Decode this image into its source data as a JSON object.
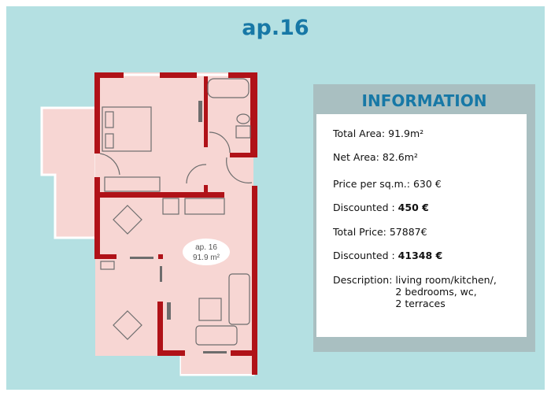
{
  "title": "ap.16",
  "plan_label": {
    "name": "ap. 16",
    "area": "91.9 m²"
  },
  "info": {
    "heading": "INFORMATION",
    "total_area": "Total Area: 91.9m²",
    "net_area": "Net Area: 82.6m²",
    "price_per_sqm": "Price per sq.m.: 630 €",
    "discounted_label_1": "Discounted : ",
    "discounted_value_1": "450 €",
    "total_price": "Total Price: 57887€",
    "discounted_label_2": "Discounted : ",
    "discounted_value_2": "41348 €",
    "description_label": "Description: ",
    "description_lines": [
      "living room/kitchen/,",
      "2 bedrooms, wc,",
      "2 terraces"
    ]
  },
  "colors": {
    "background": "#b4e0e2",
    "wall": "#b01218",
    "floor": "#f7d6d3",
    "title": "#1778a6",
    "panel": "#a9bfc1"
  }
}
